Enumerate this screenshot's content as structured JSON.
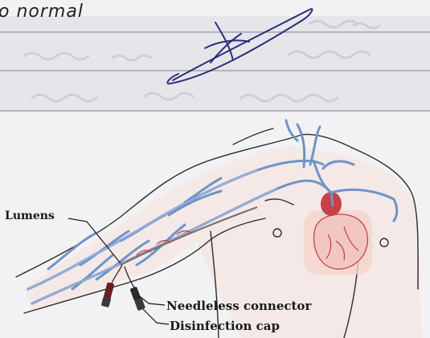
{
  "note": {
    "handwriting": "o normal"
  },
  "diagram": {
    "labels": {
      "lumens": "Lumens",
      "needleless_connector": "Needleless connector",
      "disinfection_cap": "Disinfection cap"
    }
  },
  "colors": {
    "paper": "#f2f2f4",
    "ruled_line": "#9aa3b5",
    "ink": "#2a2f7a",
    "vein": "#6f93c9",
    "skin": "#f0ddd6",
    "heart": "#c8414a",
    "outline": "#2b2b2b"
  }
}
